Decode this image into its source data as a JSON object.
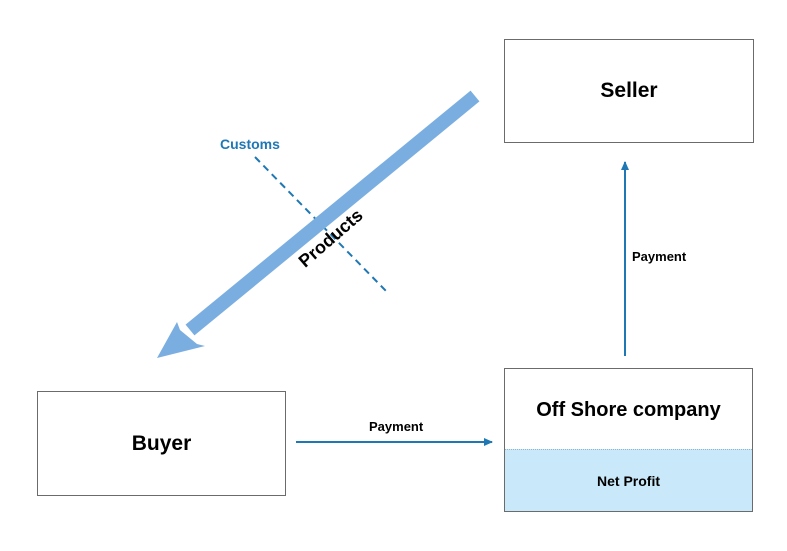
{
  "nodes": {
    "seller": "Seller",
    "buyer": "Buyer",
    "offshore": "Off Shore company",
    "net_profit": "Net Profit"
  },
  "edges": {
    "buyer_to_offshore": "Payment",
    "offshore_to_seller": "Payment",
    "seller_to_buyer": "Products",
    "customs": "Customs"
  },
  "colors": {
    "products_arrow": "#7aaee0",
    "payment_arrow": "#1f78b4",
    "customs_line": "#1f78b4",
    "net_profit_fill": "#c9e8f9"
  }
}
